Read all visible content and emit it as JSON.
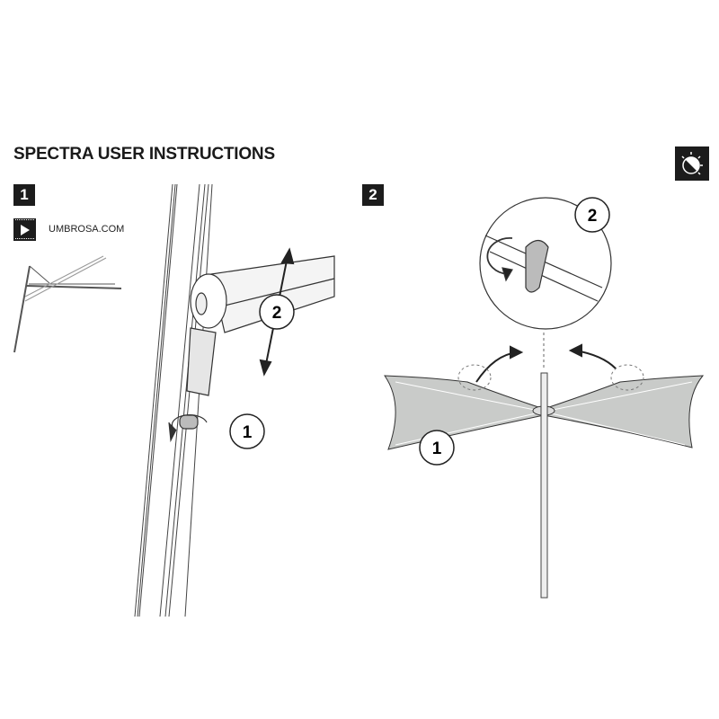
{
  "header": {
    "title": "SPECTRA USER INSTRUCTIONS",
    "icon": "sun-shade-icon"
  },
  "step1": {
    "number": "1",
    "video_icon": "video-play-icon",
    "link": "UMBROSA.COM",
    "callouts": [
      "1",
      "2"
    ]
  },
  "step2": {
    "number": "2",
    "callouts": [
      "1",
      "2"
    ]
  },
  "colors": {
    "ink": "#1c1c1c",
    "canopy": "#c9cbc9"
  }
}
